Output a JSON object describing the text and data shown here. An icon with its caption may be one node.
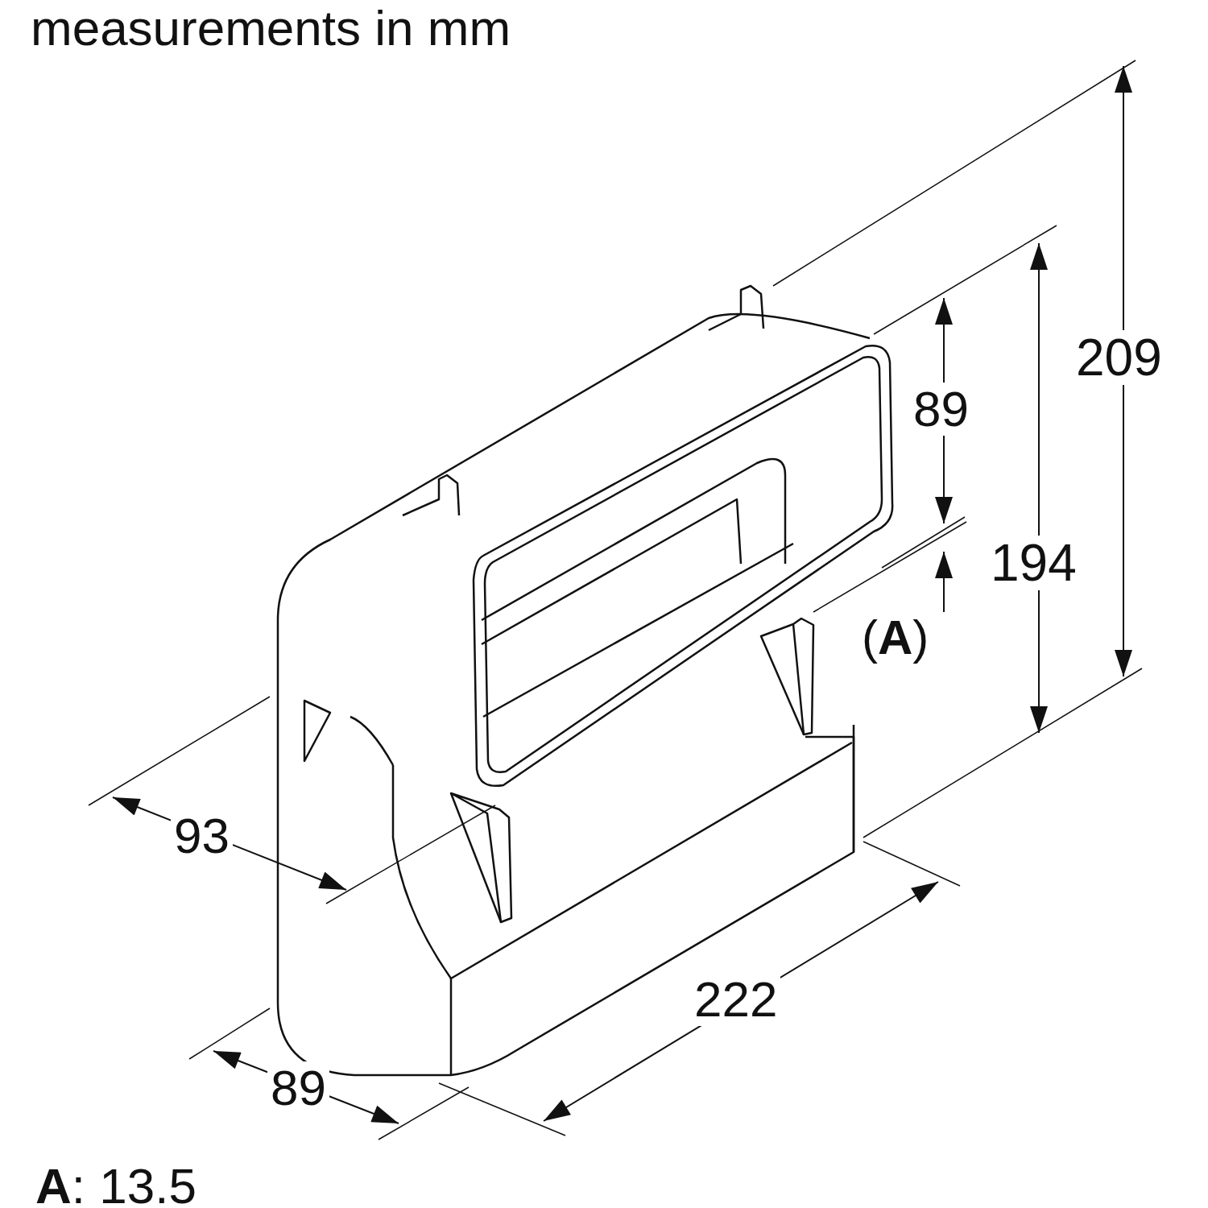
{
  "diagram": {
    "title": "measurements in mm",
    "labels": [
      "209",
      "89",
      "194",
      "(**A**)",
      "93",
      "222",
      "89",
      "**A**: 13.5"
    ]
  }
}
